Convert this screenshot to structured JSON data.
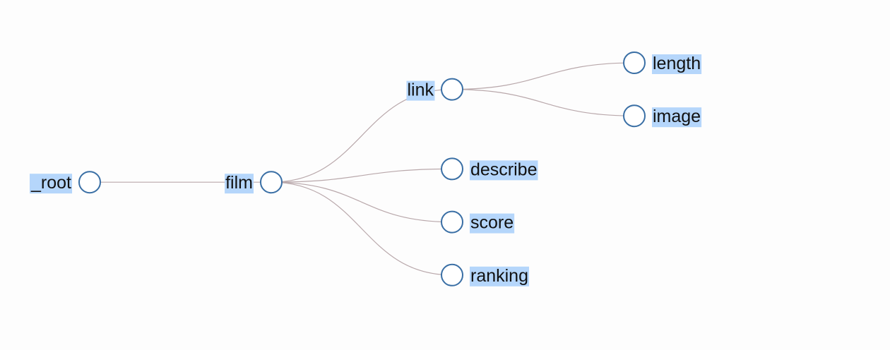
{
  "colors": {
    "node_stroke": "#3a6fa5",
    "link_stroke": "#b9a8ab",
    "label_highlight": "#b5d6fb",
    "background": "#fdfdfd"
  },
  "tree": {
    "name": "_root",
    "children": [
      {
        "name": "film",
        "children": [
          {
            "name": "link",
            "children": [
              {
                "name": "length"
              },
              {
                "name": "image"
              }
            ]
          },
          {
            "name": "describe"
          },
          {
            "name": "score"
          },
          {
            "name": "ranking"
          }
        ]
      }
    ]
  }
}
